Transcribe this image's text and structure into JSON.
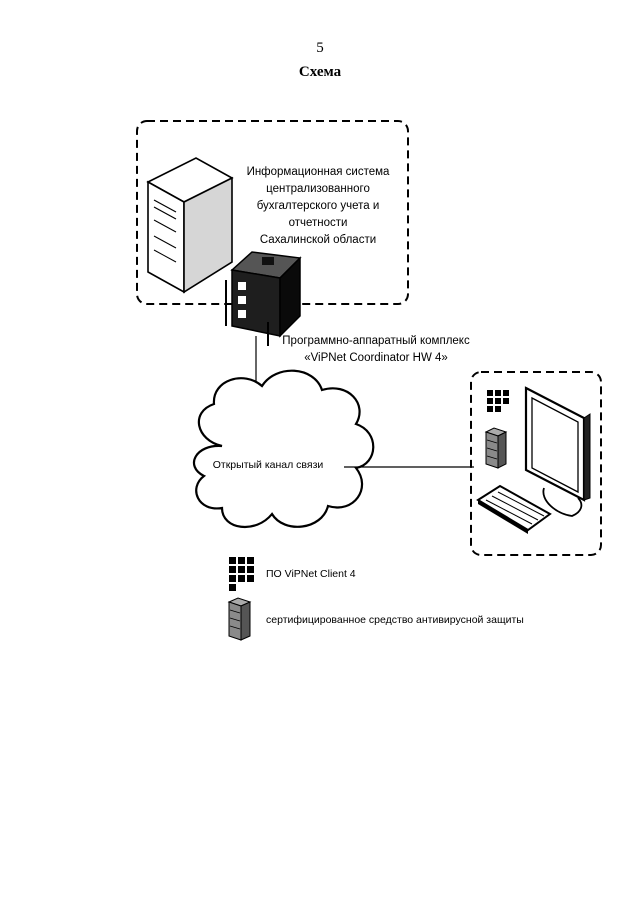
{
  "page": {
    "number": "5",
    "title": "Схема"
  },
  "diagram": {
    "info_system": {
      "line1": "Информационная система",
      "line2": "централизованного",
      "line3": "бухгалтерского учета и отчетности",
      "line4": "Сахалинской области"
    },
    "coordinator": {
      "line1": "Программно-аппаратный комплекс",
      "line2": "«ViPNet Coordinator HW 4»"
    },
    "cloud_label": "Открытый канал связи"
  },
  "legend": {
    "client_label": "ПО ViPNet Client 4",
    "antivirus_label": "сертифицированное средство антивирусной защиты"
  }
}
